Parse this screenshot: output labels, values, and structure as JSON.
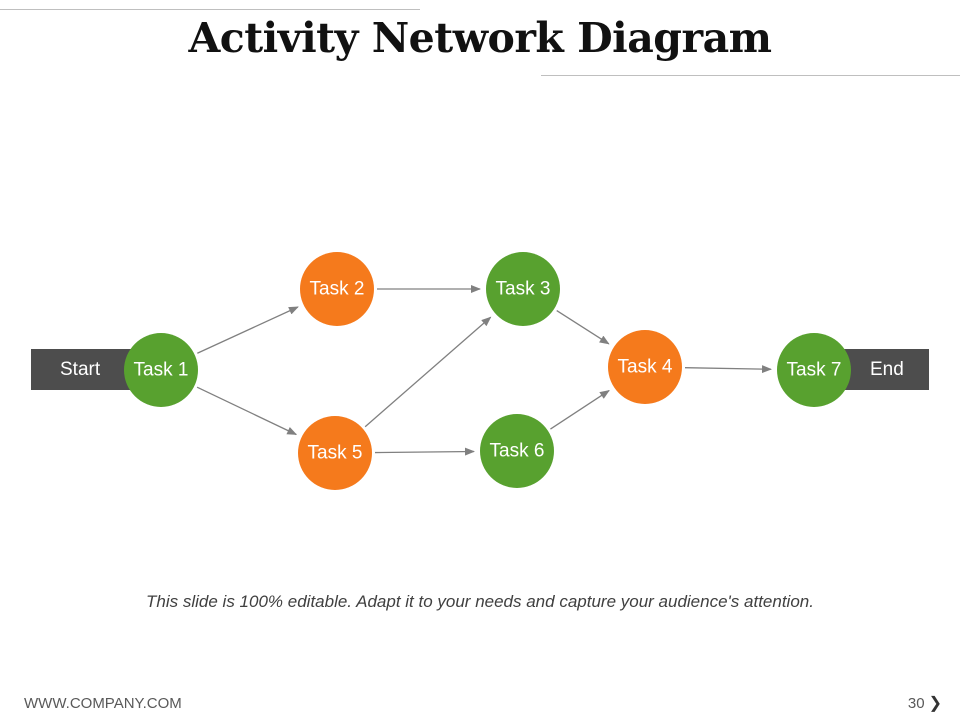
{
  "title": "Activity Network Diagram",
  "start_label": "Start",
  "end_label": "End",
  "caption": "This slide is 100% editable. Adapt it to your needs and capture your audience's attention.",
  "footer": {
    "website": "WWW.COMPANY.COM",
    "page_number": "30",
    "next_icon": "chevron-right-icon"
  },
  "colors": {
    "green": "#58a12f",
    "orange": "#f57a1c",
    "bar": "#4d4d4d",
    "arrow": "#808080"
  },
  "nodes": [
    {
      "id": "task1",
      "label": "Task 1",
      "color": "green"
    },
    {
      "id": "task2",
      "label": "Task 2",
      "color": "orange"
    },
    {
      "id": "task3",
      "label": "Task 3",
      "color": "green"
    },
    {
      "id": "task4",
      "label": "Task 4",
      "color": "orange"
    },
    {
      "id": "task5",
      "label": "Task 5",
      "color": "orange"
    },
    {
      "id": "task6",
      "label": "Task 6",
      "color": "green"
    },
    {
      "id": "task7",
      "label": "Task 7",
      "color": "green"
    }
  ],
  "edges": [
    {
      "from": "task1",
      "to": "task2"
    },
    {
      "from": "task1",
      "to": "task5"
    },
    {
      "from": "task2",
      "to": "task3"
    },
    {
      "from": "task5",
      "to": "task3"
    },
    {
      "from": "task5",
      "to": "task6"
    },
    {
      "from": "task3",
      "to": "task4"
    },
    {
      "from": "task6",
      "to": "task4"
    },
    {
      "from": "task4",
      "to": "task7"
    }
  ]
}
